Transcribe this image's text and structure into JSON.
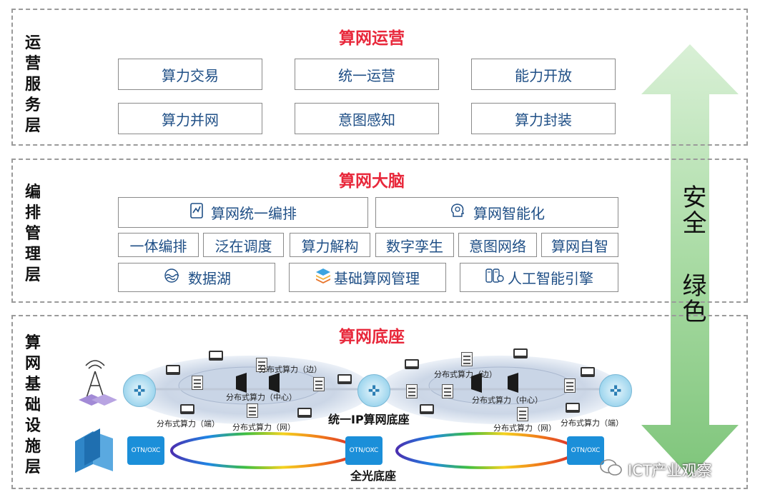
{
  "layers": {
    "ops": {
      "label": "运营服务层",
      "title": "算网运营",
      "boxes": [
        "算力交易",
        "统一运营",
        "能力开放",
        "算力并网",
        "意图感知",
        "算力封装"
      ]
    },
    "orch": {
      "label": "编排管理层",
      "title": "算网大脑",
      "row1": [
        "算网统一编排",
        "算网智能化"
      ],
      "row2": [
        "一体编排",
        "泛在调度",
        "算力解构",
        "数字孪生",
        "意图网络",
        "算网自智"
      ],
      "row3": [
        "数据湖",
        "基础算网管理",
        "人工智能引擎"
      ]
    },
    "infra": {
      "label": "算网基础设施层",
      "title": "算网底座",
      "labels": {
        "edge": "分布式算力（边）",
        "center": "分布式算力（中心）",
        "terminal": "分布式算力（端）",
        "network": "分布式算力（网）",
        "ip_base": "统一IP算网底座",
        "optical_base": "全光底座",
        "otn": "OTN/OXC"
      }
    }
  },
  "security_arrow": {
    "line1": "安全",
    "line2": "绿色"
  },
  "watermark": "ICT产业观察",
  "colors": {
    "title_red": "#e8283b",
    "box_text": "#1f4f86",
    "arrow_green": "#9cd39c",
    "otn_blue": "#1b8fd9"
  }
}
